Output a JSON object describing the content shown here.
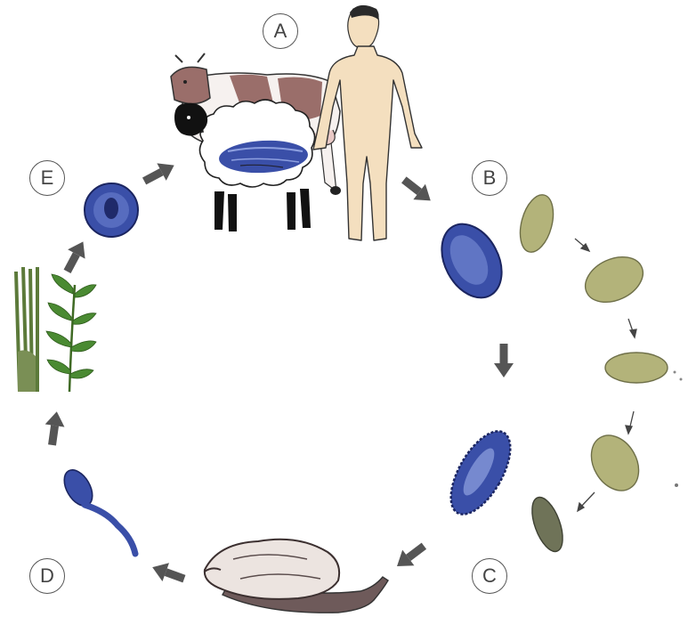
{
  "labels": {
    "a": "A",
    "b": "B",
    "c": "C",
    "d": "D",
    "e": "E"
  },
  "colors": {
    "blue_stage": "#3a4fa8",
    "blue_light": "#8ea0e0",
    "egg_olive": "#b3b37a",
    "egg_dark": "#6f7358",
    "snail_shell": "#ece4e0",
    "snail_body": "#6e5a5a",
    "cow_brown": "#9a6e6a",
    "human_skin": "#f4dfbf",
    "plant_green": "#4a8a32",
    "arrow_gray": "#555555"
  },
  "icons": [
    "human-figure",
    "cow-figure",
    "sheep-figure",
    "snail-figure",
    "plant-figure",
    "egg-figure",
    "arrow-icon"
  ]
}
